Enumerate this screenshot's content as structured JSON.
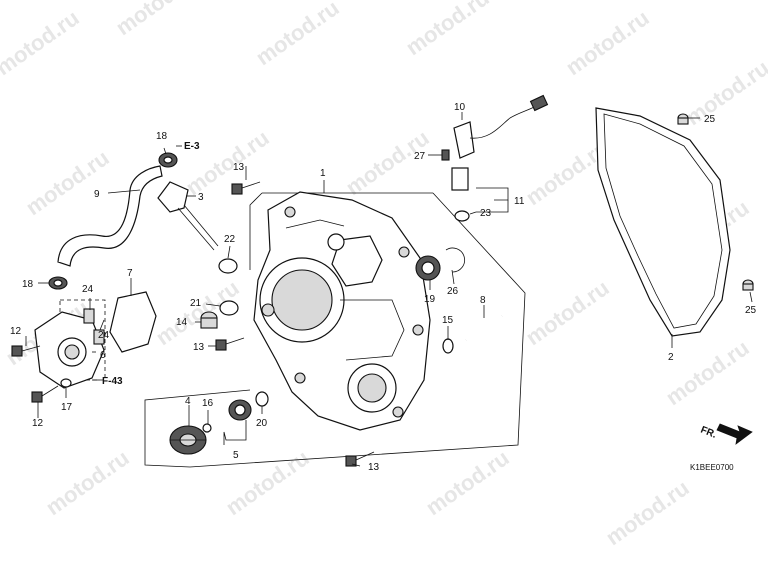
{
  "watermark": {
    "text": "motod.ru"
  },
  "callouts": {
    "c1": "1",
    "c2": "2",
    "c3": "3",
    "c4": "4",
    "c5": "5",
    "c6": "6",
    "c7": "7",
    "c8": "8",
    "c9": "9",
    "c10": "10",
    "c11": "11",
    "c12a": "12",
    "c12b": "12",
    "c13a": "13",
    "c13b": "13",
    "c13c": "13",
    "c14": "14",
    "c15": "15",
    "c16": "16",
    "c17": "17",
    "c18a": "18",
    "c18b": "18",
    "c19": "19",
    "c20": "20",
    "c21": "21",
    "c22": "22",
    "c23": "23",
    "c24a": "24",
    "c24b": "24",
    "c25a": "25",
    "c25b": "25",
    "c26": "26",
    "c27": "27"
  },
  "references": {
    "e3": "E-3",
    "f43": "F-43"
  },
  "direction_label": "FR.",
  "diagram_code": "K1BEE0700",
  "icons": [
    "fr-arrow-icon"
  ]
}
